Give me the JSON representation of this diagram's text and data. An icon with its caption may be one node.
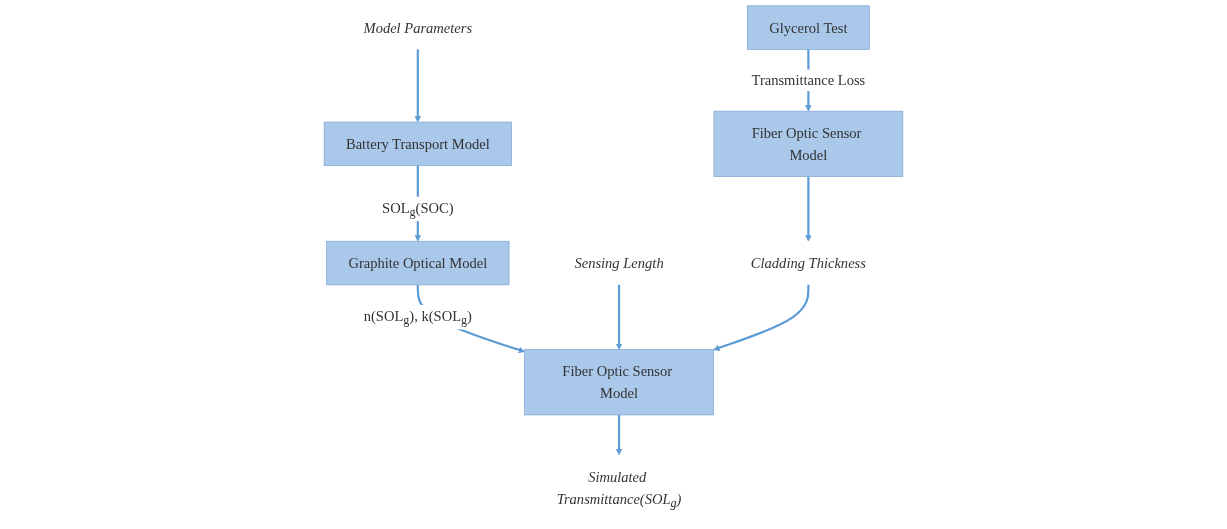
{
  "diagram": {
    "nodes": [
      {
        "text": [
          "Model Parameters"
        ]
      },
      {
        "text": [
          "Battery Transport Model"
        ]
      },
      {
        "text": [
          "Graphite Optical Model"
        ]
      },
      {
        "text": [
          "Sensing Length"
        ]
      },
      {
        "text": [
          "Fiber Optic Sensor Model"
        ]
      },
      {
        "text": [
          "Simulated Transmittance(SOL$_{g}$)"
        ]
      },
      {
        "text": [
          "Glycerol Test"
        ]
      },
      {
        "text": [
          "Fiber Optic Sensor Model"
        ]
      },
      {
        "text": [
          "Cladding Thickness"
        ]
      }
    ],
    "edges": [
      {
        "from": 0,
        "to": 1,
        "arrow": "to"
      },
      {
        "from": 1,
        "to": 2,
        "arrow": "to",
        "label": "SOL$_{g}$(SOC)"
      },
      {
        "from": 2,
        "to": 4,
        "arrow": "to",
        "label": "n(SOL$_{g}$), k(SOL$_{g}$)"
      },
      {
        "from": 3,
        "to": 4,
        "arrow": "to"
      },
      {
        "from": 4,
        "to": 5,
        "arrow": "to"
      },
      {
        "from": 6,
        "to": 7,
        "arrow": "to",
        "label": "Transmittance Loss"
      },
      {
        "from": 7,
        "to": 8,
        "arrow": "to"
      },
      {
        "from": 8,
        "to": 4,
        "arrow": "to"
      }
    ]
  }
}
